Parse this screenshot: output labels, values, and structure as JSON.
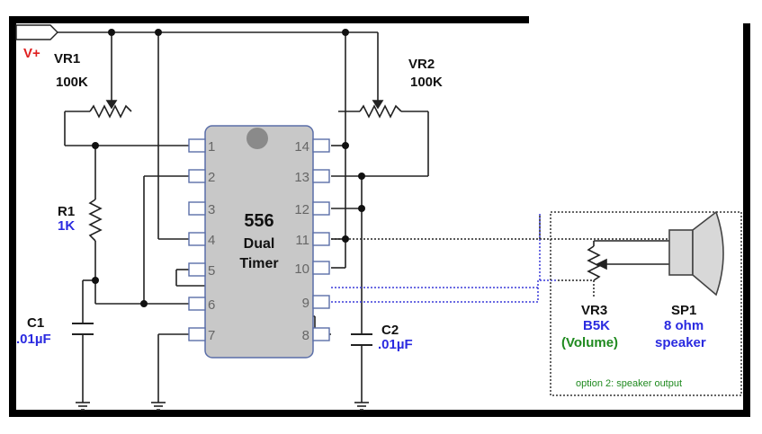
{
  "supply": {
    "label": "V+"
  },
  "components": {
    "vr1": {
      "name": "VR1",
      "value": "100K"
    },
    "vr2": {
      "name": "VR2",
      "value": "100K"
    },
    "r1": {
      "name": "R1",
      "value": "1K"
    },
    "c1": {
      "name": "C1",
      "value": ".01µF"
    },
    "c2": {
      "name": "C2",
      "value": ".01µF"
    },
    "vr3": {
      "name": "VR3",
      "value": "B5K",
      "note": "(Volume)"
    },
    "sp1": {
      "name": "SP1",
      "value": "8 ohm",
      "note": "speaker"
    }
  },
  "ic": {
    "part": "556",
    "line1": "Dual",
    "line2": "Timer",
    "left_pins": [
      "1",
      "2",
      "3",
      "4",
      "5",
      "6",
      "7"
    ],
    "right_pins": [
      "14",
      "13",
      "12",
      "11",
      "10",
      "9",
      "8"
    ]
  },
  "option_box": {
    "caption": "option 2: speaker output"
  },
  "colors": {
    "frame": "#000000",
    "wire": "#222222",
    "chip_fill": "#c8c8c8",
    "chip_border": "#5a6ea8",
    "blue_label": "#2a2ae0",
    "green_label": "#1f8a1f",
    "supply_red": "#e02020",
    "dotted_blue": "#3a3ad8"
  }
}
